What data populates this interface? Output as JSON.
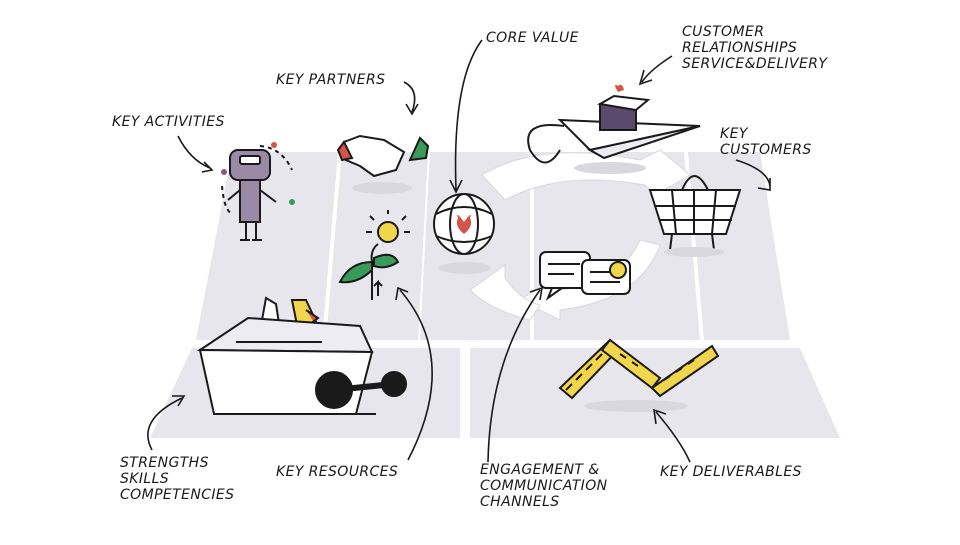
{
  "labels": {
    "core_value": "CORE VALUE",
    "customer_relationships": [
      "CUSTOMER",
      "RELATIONSHIPS",
      "SERVICE&DELIVERY"
    ],
    "key_partners": "KEY PARTNERS",
    "key_activities": "KEY ACTIVITIES",
    "key_customers": [
      "KEY",
      "CUSTOMERS"
    ],
    "strengths": [
      "STRENGTHS",
      "SKILLS",
      "COMPETENCIES"
    ],
    "key_resources": "KEY RESOURCES",
    "engagement": [
      "ENGAGEMENT &",
      "COMMUNICATION",
      "CHANNELS"
    ],
    "key_deliverables": "KEY DELIVERABLES"
  },
  "colors": {
    "board": "#e6e6ec",
    "ink": "#1a1a1a",
    "accent_red": "#d4544a",
    "accent_green": "#3a9a5a",
    "accent_yellow": "#f1d54a",
    "accent_purple": "#5a4a6e",
    "key_purple": "#9a8aa8"
  }
}
